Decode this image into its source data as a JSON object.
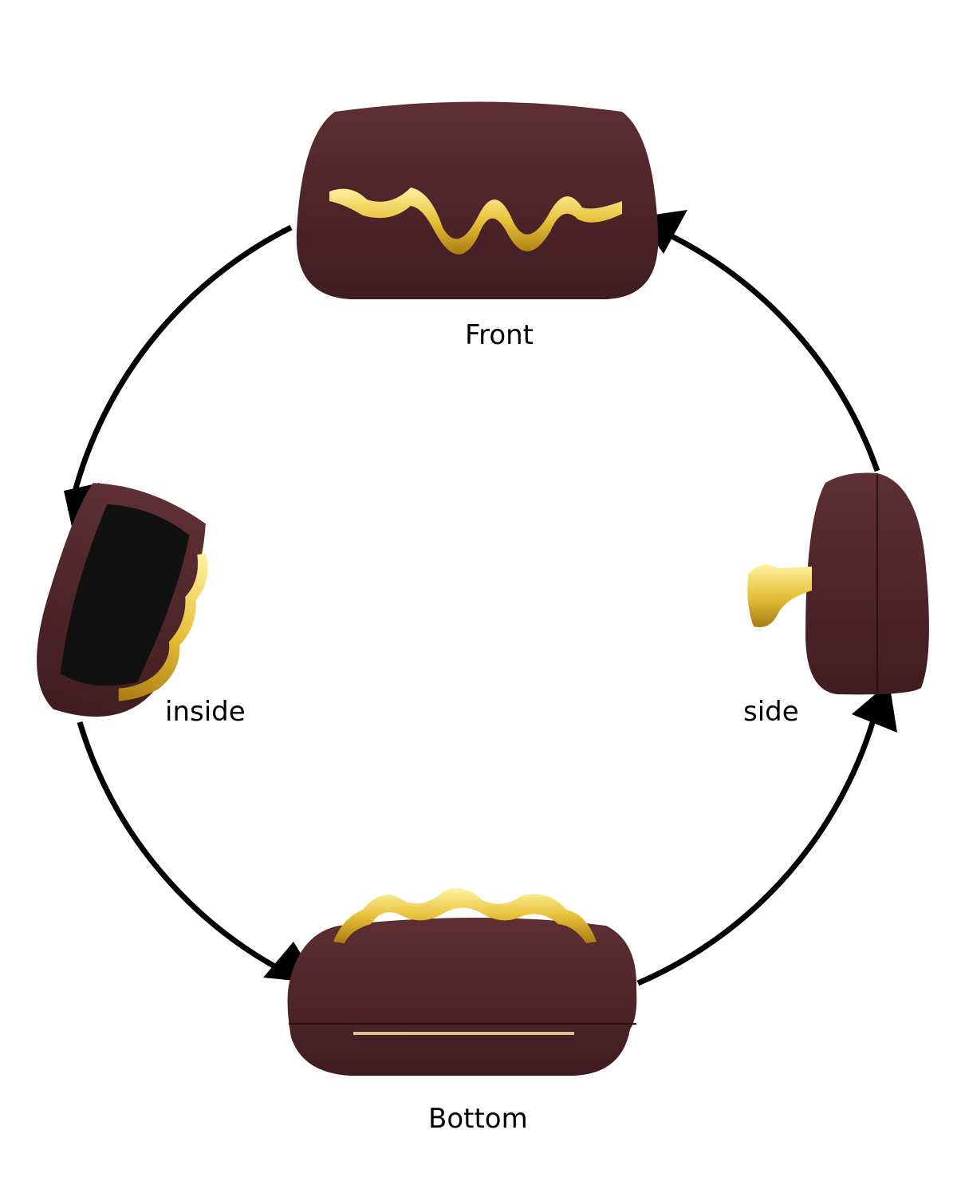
{
  "labels": {
    "front": "Front",
    "side": "side",
    "inside": "inside",
    "bottom": "Bottom"
  },
  "colors": {
    "leather": "#4a2226",
    "leather_light": "#5e2f33",
    "gold": "#e8c13a",
    "gold_dark": "#a97c12",
    "lining": "#111111",
    "arrow": "#000000"
  }
}
